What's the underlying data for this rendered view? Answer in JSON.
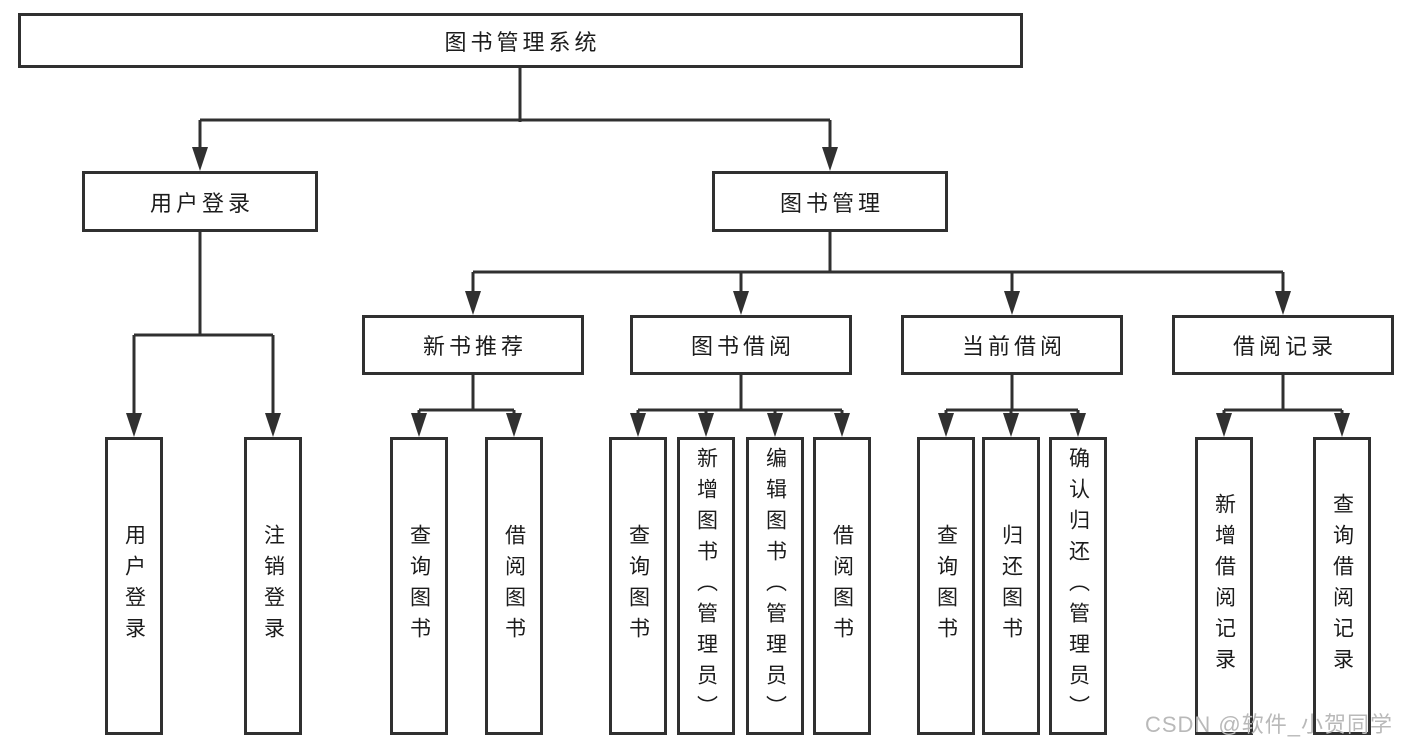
{
  "diagram_type": "hierarchy-tree",
  "colors": {
    "line": "#303030",
    "box_border": "#303030",
    "box_fill": "#ffffff",
    "text": "#1c1c1c",
    "watermark": "#b9b9b9",
    "background": "#ffffff"
  },
  "tree": {
    "root": {
      "label": "图书管理系统"
    },
    "level2": [
      {
        "label": "用户登录",
        "parent": "图书管理系统"
      },
      {
        "label": "图书管理",
        "parent": "图书管理系统"
      }
    ],
    "level3": [
      {
        "label": "新书推荐",
        "parent": "图书管理"
      },
      {
        "label": "图书借阅",
        "parent": "图书管理"
      },
      {
        "label": "当前借阅",
        "parent": "图书管理"
      },
      {
        "label": "借阅记录",
        "parent": "图书管理"
      }
    ],
    "leaves": [
      {
        "label": "用户登录",
        "parent": "用户登录"
      },
      {
        "label": "注销登录",
        "parent": "用户登录"
      },
      {
        "label": "查询图书",
        "parent": "新书推荐"
      },
      {
        "label": "借阅图书",
        "parent": "新书推荐"
      },
      {
        "label": "查询图书",
        "parent": "图书借阅"
      },
      {
        "label": "新增图书（管理员）",
        "parent": "图书借阅"
      },
      {
        "label": "编辑图书（管理员）",
        "parent": "图书借阅"
      },
      {
        "label": "借阅图书",
        "parent": "图书借阅"
      },
      {
        "label": "查询图书",
        "parent": "当前借阅"
      },
      {
        "label": "归还图书",
        "parent": "当前借阅"
      },
      {
        "label": "确认归还（管理员）",
        "parent": "当前借阅"
      },
      {
        "label": "新增借阅记录",
        "parent": "借阅记录"
      },
      {
        "label": "查询借阅记录",
        "parent": "借阅记录"
      }
    ]
  },
  "watermark": {
    "text": "CSDN @软件_小贺同学"
  }
}
